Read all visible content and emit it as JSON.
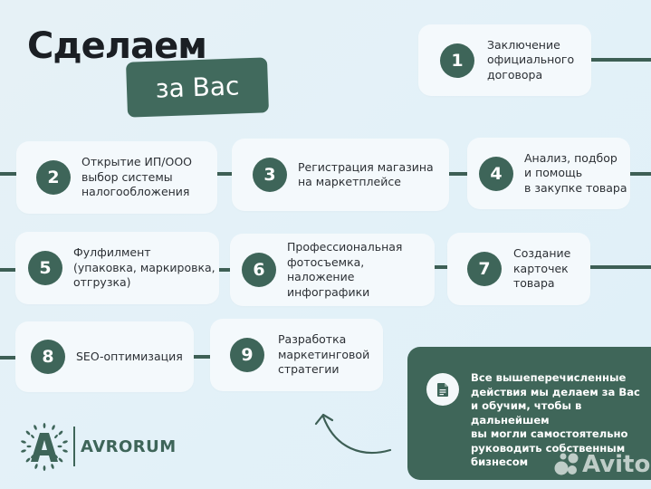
{
  "header": {
    "title": "Сделаем",
    "badge": "за Вас"
  },
  "steps": [
    {
      "number": "1",
      "text": "Заключение\nофициального\nдоговора"
    },
    {
      "number": "2",
      "text": "Открытие ИП/ООО\nвыбор системы\nналогообложения"
    },
    {
      "number": "3",
      "text": "Регистрация магазина\nна маркетплейсе"
    },
    {
      "number": "4",
      "text": "Анализ, подбор\nи помощь\nв закупке товара"
    },
    {
      "number": "5",
      "text": "Фулфилмент\n(упаковка, маркировка,\nотгрузка)"
    },
    {
      "number": "6",
      "text": "Профессиональная\nфотосъемка, наложение\nинфографики"
    },
    {
      "number": "7",
      "text": "Создание\nкарточек\nтовара"
    },
    {
      "number": "8",
      "text": "SEO-оптимизация"
    },
    {
      "number": "9",
      "text": "Разработка\nмаркетинговой\nстратегии"
    }
  ],
  "info": {
    "icon": "document-icon",
    "text": "Все вышеперечисленные\nдействия мы делаем за Вас\nи обучим, чтобы в дальнейшем\nвы могли самостоятельно\nруководить собственным\nбизнесом"
  },
  "brand": {
    "name": "AVRORUM",
    "watermark": "Avito"
  },
  "colors": {
    "accent": "#3e6559",
    "background": "#e3f1f8",
    "card": "#f4f9fc",
    "title": "#1b1f24"
  }
}
